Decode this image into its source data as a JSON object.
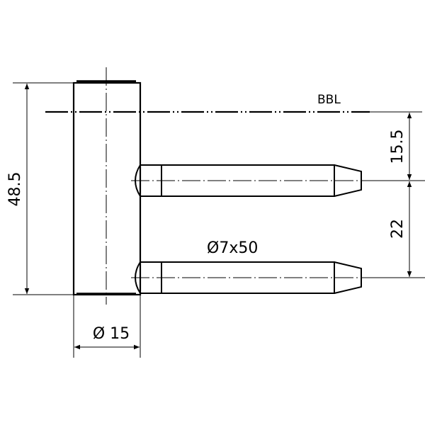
{
  "drawing": {
    "bbl_label": "BBL",
    "pin_label": "Ø7x50",
    "dim_height": "48.5",
    "dim_bbl_offset": "15.5",
    "dim_pin_spacing": "22",
    "dim_diameter": "Ø 15",
    "line_color": "#000000",
    "background": "#ffffff"
  }
}
